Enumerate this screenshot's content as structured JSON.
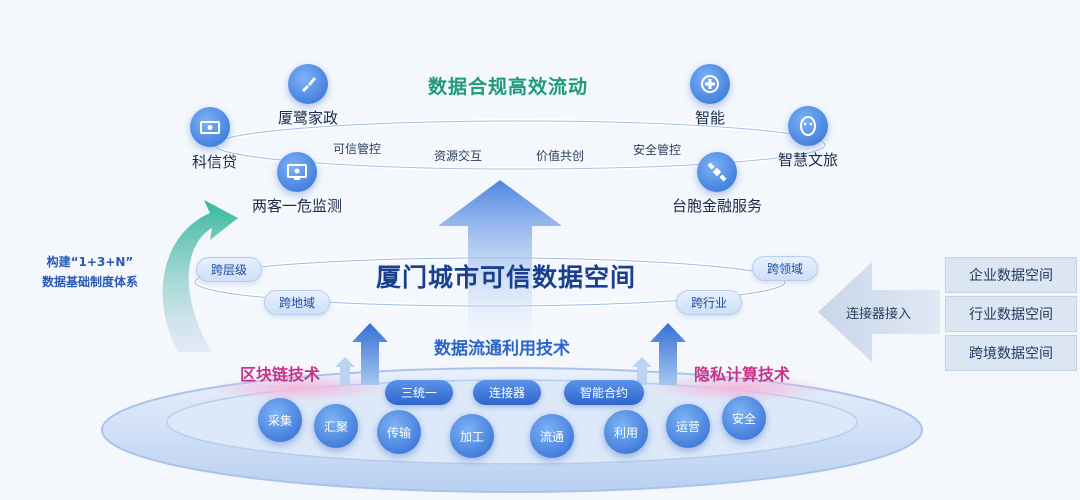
{
  "top_title": "数据合规高效流动",
  "apps": {
    "jiazheng": {
      "label": "厦鹭家政",
      "icon": "brush-icon"
    },
    "kexindai": {
      "label": "科信贷",
      "icon": "money-icon"
    },
    "liangke": {
      "label": "两客一危监测",
      "icon": "monitor-icon"
    },
    "zhineng": {
      "label": "智能",
      "icon": "medical-cross-icon"
    },
    "wenlv": {
      "label": "智慧文旅",
      "icon": "face-icon"
    },
    "taibao": {
      "label": "台胞金融服务",
      "icon": "satellite-icon"
    }
  },
  "ring_labels": [
    "可信管控",
    "资源交互",
    "价值共创",
    "安全管控"
  ],
  "main_title": "厦门城市可信数据空间",
  "cross_labels": {
    "left_top": "跨层级",
    "left_bottom": "跨地域",
    "right_top": "跨领域",
    "right_bottom": "跨行业"
  },
  "side_text": {
    "line1": "构建“1+3+N”",
    "line2": "数据基础制度体系"
  },
  "tech_title": "数据流通利用技术",
  "blockchain": "区块链技术",
  "privacy": "隐私计算技术",
  "tech_pills": [
    "三统一",
    "连接器",
    "智能合约"
  ],
  "nodes": [
    "采集",
    "汇聚",
    "传输",
    "加工",
    "流通",
    "利用",
    "运营",
    "安全"
  ],
  "connector_label": "连接器接入",
  "spaces": [
    "企业数据空间",
    "行业数据空间",
    "跨境数据空间"
  ],
  "colors": {
    "accent_green": "#1e9a7a",
    "main_blue": "#1a3f8f",
    "pink": "#c8328a",
    "node_blue": "#2c69d2"
  }
}
